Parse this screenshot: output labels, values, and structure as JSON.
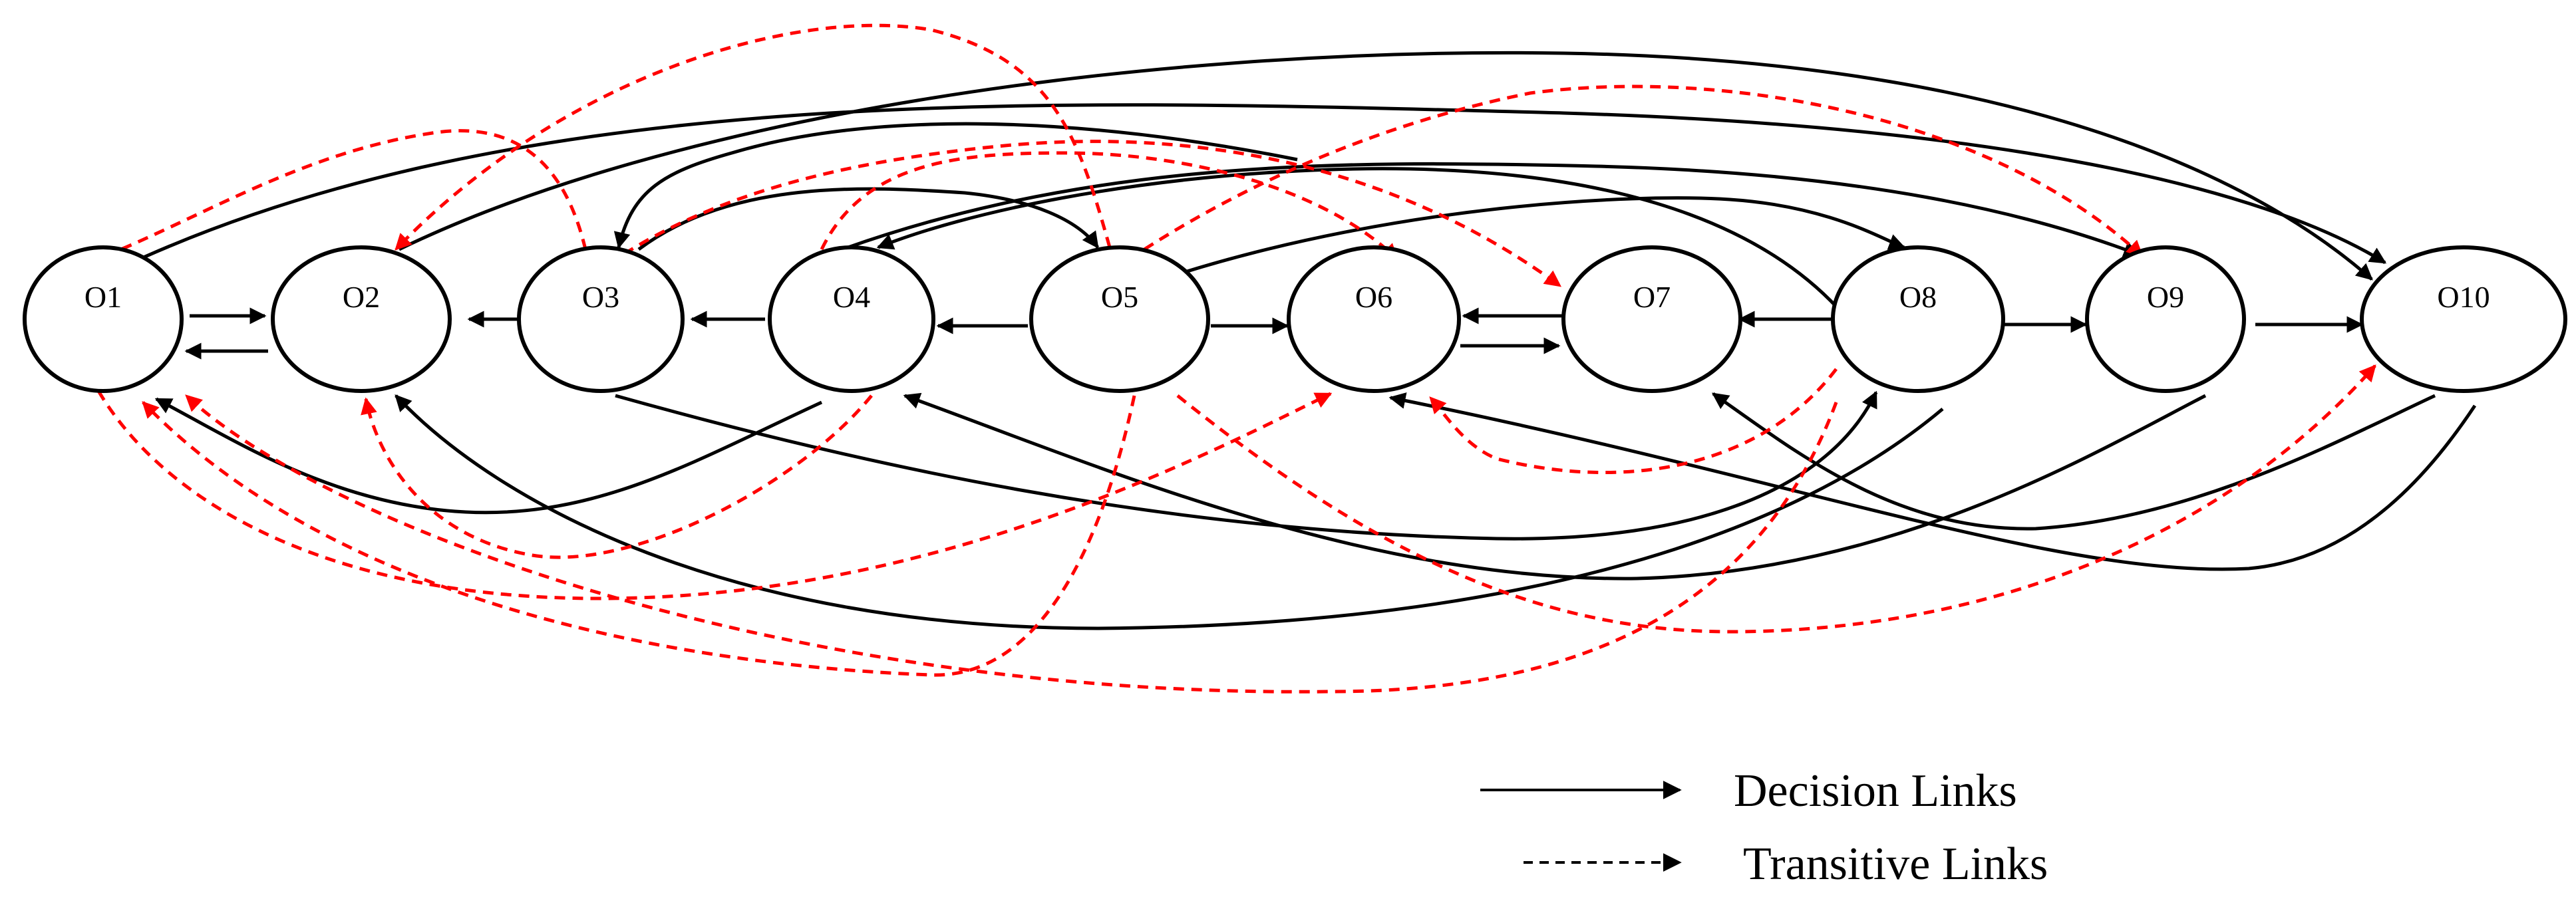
{
  "diagram": {
    "nodes": [
      {
        "id": "O1",
        "label": "O1"
      },
      {
        "id": "O2",
        "label": "O2"
      },
      {
        "id": "O3",
        "label": "O3"
      },
      {
        "id": "O4",
        "label": "O4"
      },
      {
        "id": "O5",
        "label": "O5"
      },
      {
        "id": "O6",
        "label": "O6"
      },
      {
        "id": "O7",
        "label": "O7"
      },
      {
        "id": "O8",
        "label": "O8"
      },
      {
        "id": "O9",
        "label": "O9"
      },
      {
        "id": "O10",
        "label": "O10"
      }
    ],
    "decision_links": [
      {
        "from": "O1",
        "to": "O2"
      },
      {
        "from": "O2",
        "to": "O1"
      },
      {
        "from": "O3",
        "to": "O2"
      },
      {
        "from": "O4",
        "to": "O3"
      },
      {
        "from": "O5",
        "to": "O4"
      },
      {
        "from": "O5",
        "to": "O6"
      },
      {
        "from": "O6",
        "to": "O7"
      },
      {
        "from": "O7",
        "to": "O6"
      },
      {
        "from": "O8",
        "to": "O7"
      },
      {
        "from": "O8",
        "to": "O9"
      },
      {
        "from": "O9",
        "to": "O10"
      },
      {
        "from": "O4",
        "to": "O1"
      },
      {
        "from": "O8",
        "to": "O2"
      },
      {
        "from": "O10",
        "to": "O6"
      },
      {
        "from": "O3",
        "to": "O8"
      },
      {
        "from": "O9",
        "to": "O4"
      },
      {
        "from": "O10",
        "to": "O7"
      },
      {
        "from": "O1",
        "to": "O10"
      },
      {
        "from": "O2",
        "to": "O10"
      },
      {
        "from": "O6",
        "to": "O3"
      },
      {
        "from": "O3",
        "to": "O5"
      },
      {
        "from": "O5",
        "to": "O8"
      },
      {
        "from": "O8",
        "to": "O4"
      },
      {
        "from": "O4",
        "to": "O9"
      }
    ],
    "transitive_links": [
      {
        "from": "O3",
        "to": "O1"
      },
      {
        "from": "O5",
        "to": "O2"
      },
      {
        "from": "O4",
        "to": "O6"
      },
      {
        "from": "O3",
        "to": "O7"
      },
      {
        "from": "O5",
        "to": "O9"
      },
      {
        "from": "O1",
        "to": "O6"
      },
      {
        "from": "O4",
        "to": "O2"
      },
      {
        "from": "O5",
        "to": "O1"
      },
      {
        "from": "O8",
        "to": "O1"
      },
      {
        "from": "O8",
        "to": "O6"
      },
      {
        "from": "O5",
        "to": "O10"
      }
    ]
  },
  "legend": {
    "decision_label": "Decision Links",
    "transitive_label": "Transitive Links"
  },
  "colors": {
    "decision": "#000000",
    "transitive": "#ff0000",
    "node_stroke": "#000000",
    "background": "#ffffff"
  }
}
